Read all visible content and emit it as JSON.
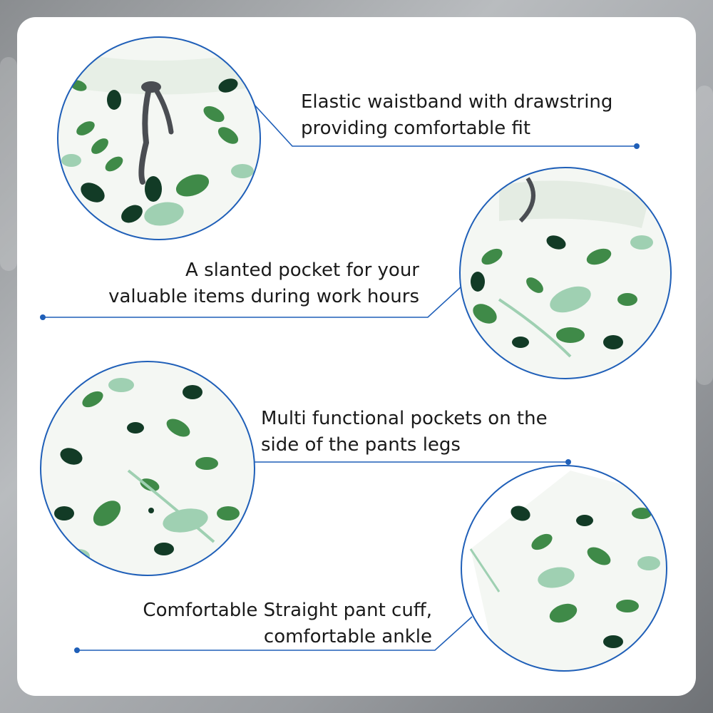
{
  "callouts": [
    {
      "text": "Elastic waistband with drawstring\nproviding comfortable fit"
    },
    {
      "text": "A slanted pocket for your\nvaluable items during work hours"
    },
    {
      "text": "Multi functional pockets on the\nside of the pants legs"
    },
    {
      "text": "Comfortable Straight pant cuff,\ncomfortable ankle"
    }
  ],
  "zoom_views": [
    {
      "subject": "waistband-drawstring"
    },
    {
      "subject": "slanted-pocket"
    },
    {
      "subject": "side-leg-pocket"
    },
    {
      "subject": "straight-pant-cuff"
    }
  ],
  "colors": {
    "ring": "#1f5fb8",
    "fabric": "#f4f7f3",
    "leaf_dark": "#123b26",
    "leaf_mid": "#3f8a48",
    "leaf_light": "#9fd0b2",
    "drawstring": "#4a4d52",
    "text": "#1a1a1a"
  }
}
